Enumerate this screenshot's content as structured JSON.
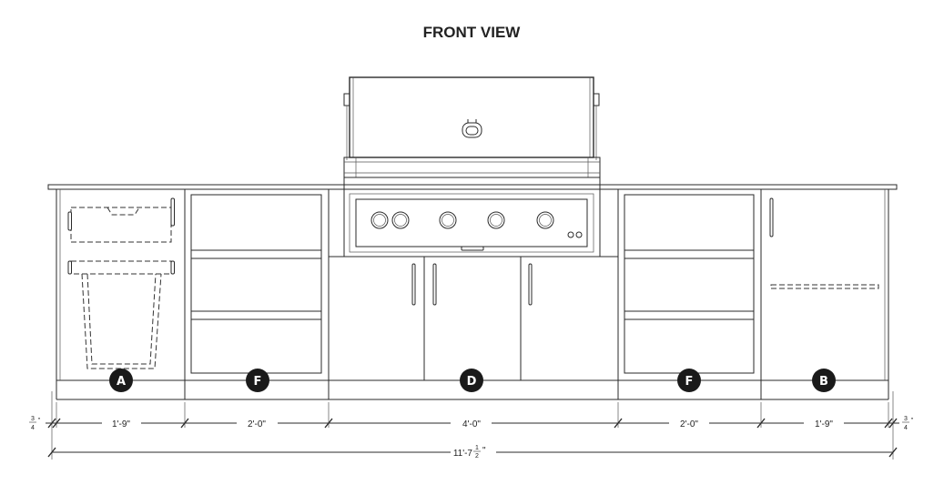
{
  "title": "FRONT VIEW",
  "modules": [
    {
      "label": "A",
      "width": "1'-9\""
    },
    {
      "label": "F",
      "width": "2'-0\""
    },
    {
      "label": "D",
      "width": "4'-0\""
    },
    {
      "label": "F",
      "width": "2'-0\""
    },
    {
      "label": "B",
      "width": "1'-9\""
    }
  ],
  "end_gap": {
    "whole": "",
    "num": "3",
    "den": "4",
    "unit": "\""
  },
  "total": {
    "whole": "11'-7",
    "num": "1",
    "den": "2",
    "unit": "\""
  }
}
